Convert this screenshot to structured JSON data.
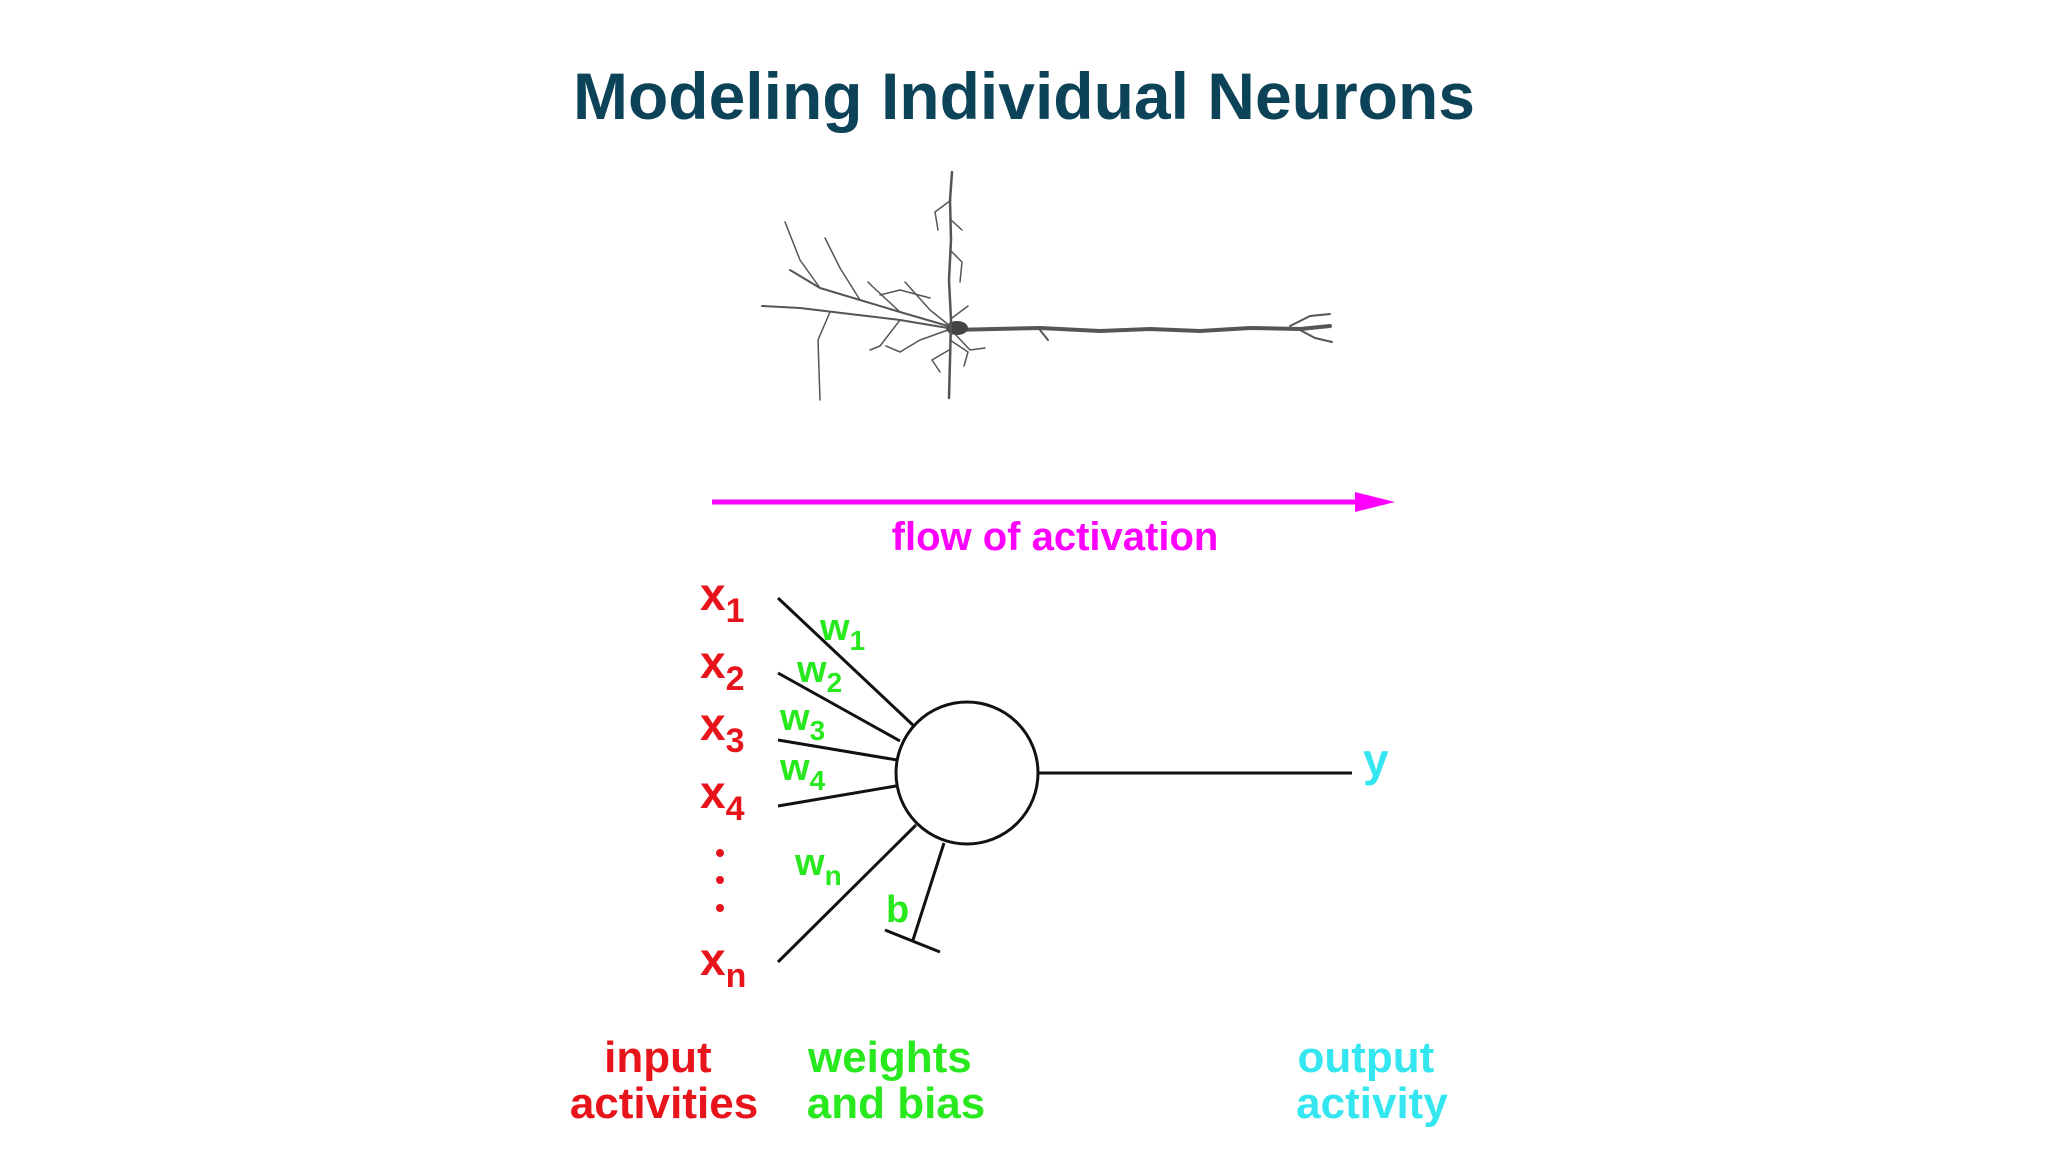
{
  "slide": {
    "title": "Modeling Individual Neurons",
    "title_color": "#0d4358"
  },
  "flow": {
    "label": "flow of activation",
    "color": "#ff00ff"
  },
  "inputs": {
    "color": "#e8141b",
    "items": [
      {
        "base": "x",
        "sub": "1"
      },
      {
        "base": "x",
        "sub": "2"
      },
      {
        "base": "x",
        "sub": "3"
      },
      {
        "base": "x",
        "sub": "4"
      },
      {
        "base": "x",
        "sub": "n"
      }
    ],
    "caption_line1": "input",
    "caption_line2": "activities"
  },
  "weights": {
    "color": "#28e81e",
    "items": [
      {
        "base": "w",
        "sub": "1"
      },
      {
        "base": "w",
        "sub": "2"
      },
      {
        "base": "w",
        "sub": "3"
      },
      {
        "base": "w",
        "sub": "4"
      },
      {
        "base": "w",
        "sub": "n"
      }
    ],
    "bias": "b",
    "caption_line1": "weights",
    "caption_line2": "and bias"
  },
  "output": {
    "color": "#33e6ef",
    "label": "y",
    "caption_line1": "output",
    "caption_line2": "activity"
  },
  "line_color": "#111111"
}
